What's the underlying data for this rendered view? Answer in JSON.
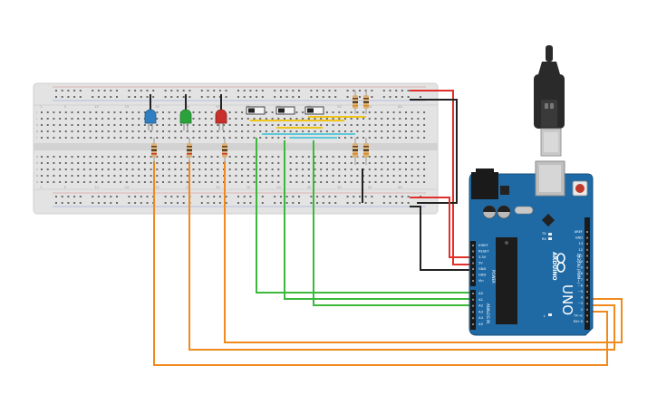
{
  "canvas": {
    "background": "#ffffff"
  },
  "breadboard": {
    "body_color": "#e3e3e3",
    "hole_color": "#6a6a6a",
    "rail_red": "#d84a4a",
    "rail_blue": "#4a6fd8",
    "row_letters_top": [
      "j",
      "i",
      "h",
      "g",
      "f"
    ],
    "row_letters_bottom": [
      "e",
      "d",
      "c",
      "b",
      "a"
    ],
    "column_numbers": [
      "1",
      "5",
      "10",
      "15",
      "20",
      "25",
      "30",
      "35",
      "40",
      "45",
      "50",
      "55",
      "60"
    ]
  },
  "components": {
    "leds": [
      {
        "name": "blue-led",
        "color": "#2f7fc1"
      },
      {
        "name": "green-led",
        "color": "#2aa33a"
      },
      {
        "name": "red-led",
        "color": "#c9302c"
      }
    ],
    "switch_count": 3,
    "resistor_color": "#d9b277"
  },
  "wires": {
    "red": "#e0302a",
    "black": "#222222",
    "green": "#3cb93c",
    "orange": "#f08a1c",
    "yellow": "#f0c419",
    "cyan": "#5fc8d8"
  },
  "arduino": {
    "board_color": "#1f6aa5",
    "logo_text": "UNO",
    "brand_text": "ARDUINO",
    "power_header_labels": [
      "IOREF",
      "RESET",
      "3.3V",
      "5V",
      "GND",
      "GND",
      "Vin"
    ],
    "power_title": "POWER",
    "analog_labels": [
      "A0",
      "A1",
      "A2",
      "A3",
      "A4",
      "A5"
    ],
    "analog_title": "ANALOG IN",
    "digital_labels": [
      "AREF",
      "GND",
      "13",
      "12",
      "~11",
      "~10",
      "~9",
      "8",
      "7",
      "~6",
      "~5",
      "4",
      "~3",
      "2",
      "TX→1",
      "RX←0"
    ],
    "digital_title": "DIGITAL (PWM~)",
    "led_labels": [
      "TX",
      "RX",
      "L"
    ]
  },
  "usb_cable": {
    "color": "#2a2a2a"
  }
}
